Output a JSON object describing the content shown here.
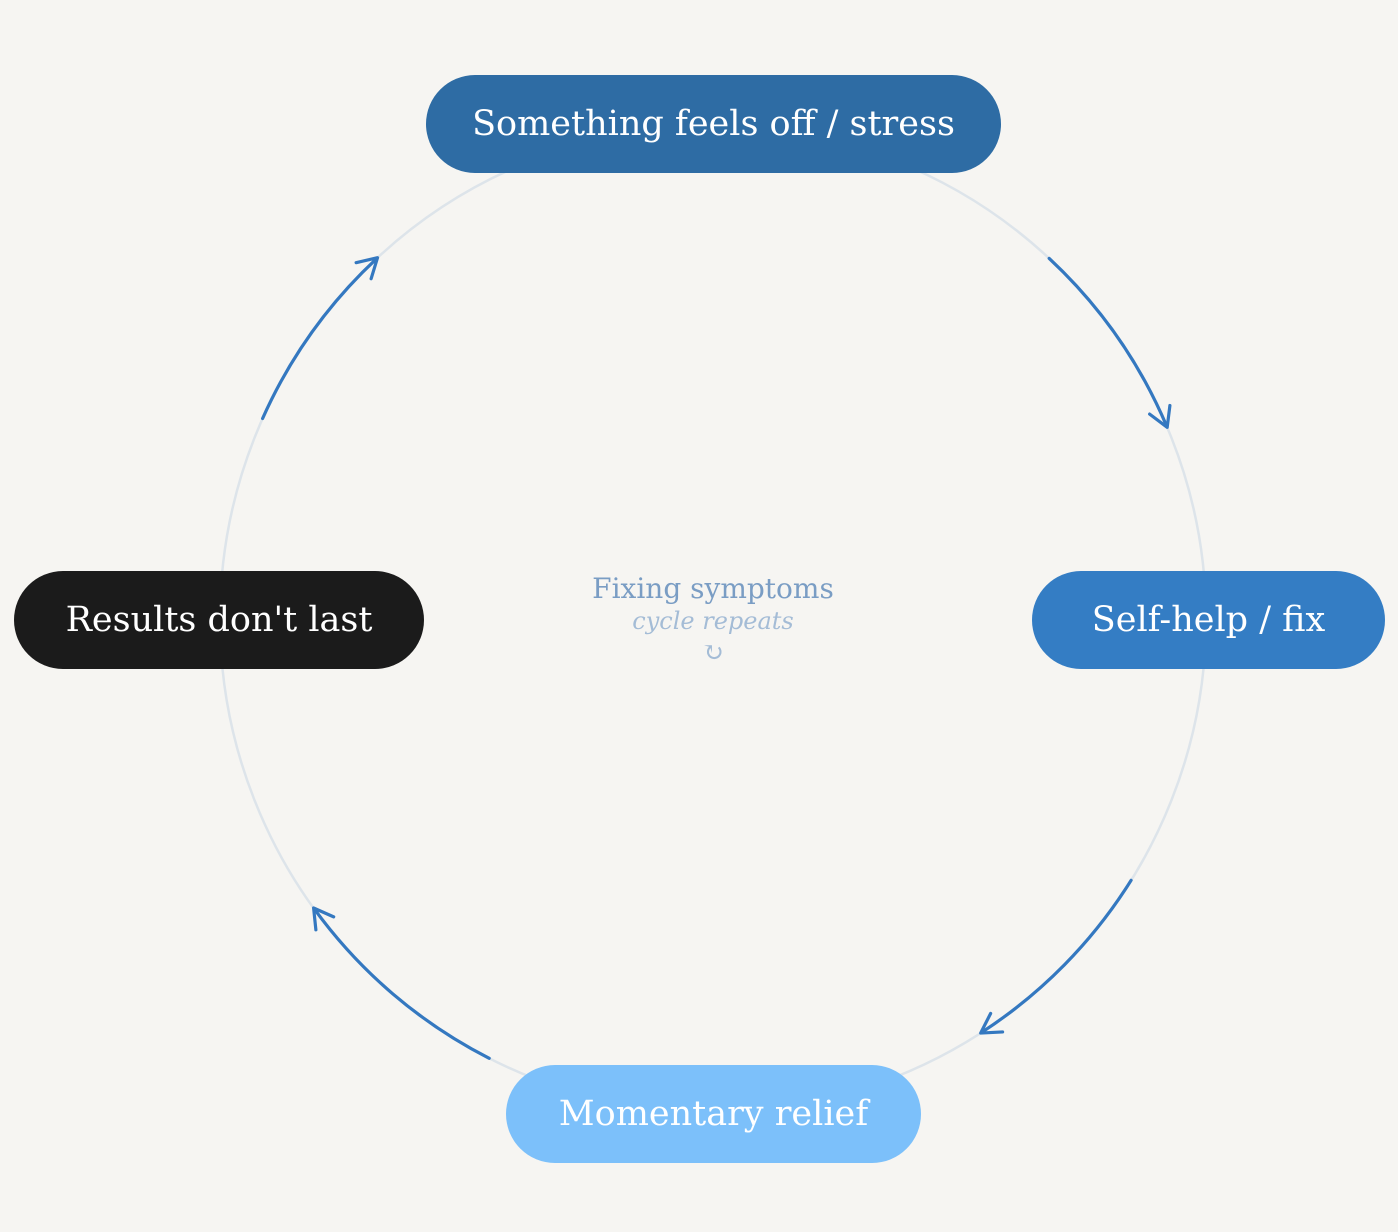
{
  "diagram": {
    "center": {
      "title": "Fixing symptoms",
      "subtitle": "cycle repeats",
      "icon": "↻"
    },
    "nodes": [
      {
        "id": "top",
        "label": "Something feels off / stress",
        "color": "#2e6ca4"
      },
      {
        "id": "right",
        "label": "Self-help / fix",
        "color": "#347dc4"
      },
      {
        "id": "bottom",
        "label": "Momentary relief",
        "color": "#7cc0fa"
      },
      {
        "id": "left",
        "label": "Results don't last",
        "color": "#1b1b1b"
      }
    ],
    "colors": {
      "background": "#f6f5f2",
      "ring": "#dde4ea",
      "arrow": "#3478c0"
    },
    "flow_direction": "clockwise"
  }
}
